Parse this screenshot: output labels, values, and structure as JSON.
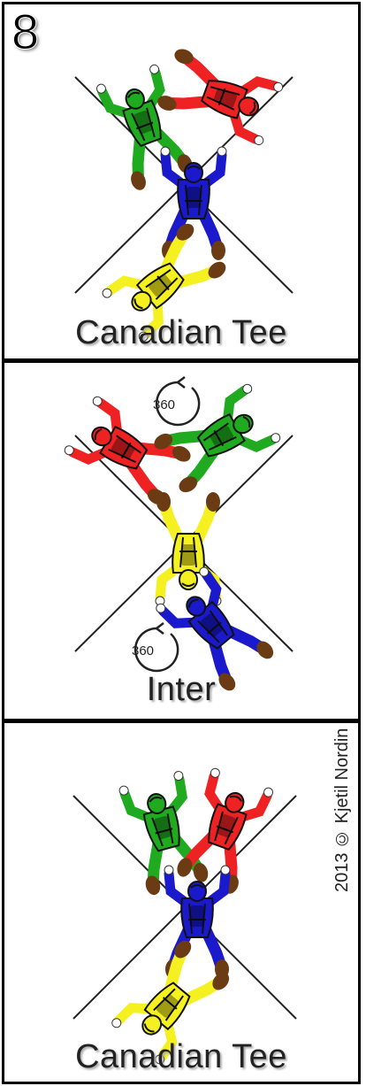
{
  "formation_number": "8",
  "panels": [
    {
      "caption": "Canadian Tee"
    },
    {
      "caption": "Inter",
      "rotation_labels": [
        "360",
        "360"
      ]
    },
    {
      "caption": "Canadian Tee"
    }
  ],
  "credit": "2013 © Kjetil Nordin",
  "colors": {
    "green": "#1faa1f",
    "red": "#ee2222",
    "blue": "#1a1acc",
    "yellow": "#f5f020",
    "boot": "#6b3b14",
    "hand": "#ffffff",
    "line": "#222222"
  }
}
